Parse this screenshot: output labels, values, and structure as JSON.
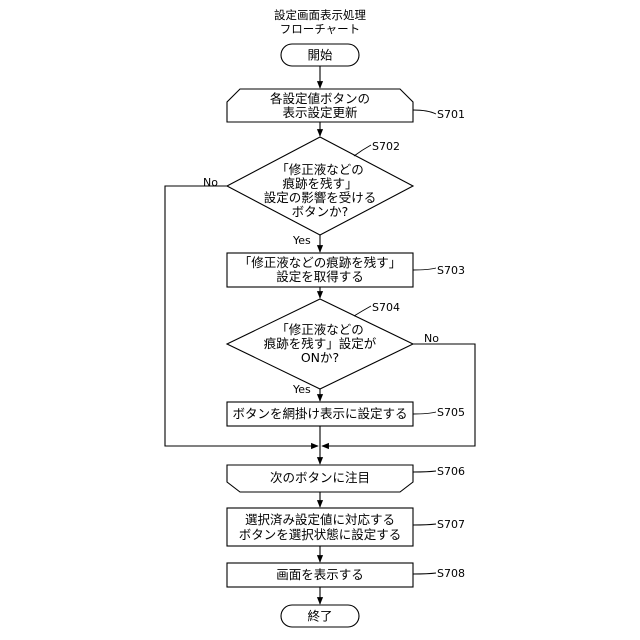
{
  "title": {
    "line1": "設定画面表示処理",
    "line2": "フローチャート"
  },
  "nodes": {
    "start": "開始",
    "s701": [
      "各設定値ボタンの",
      "表示設定更新"
    ],
    "s702": [
      "「修正液などの",
      "痕跡を残す」",
      "設定の影響を受ける",
      "ボタンか?"
    ],
    "s703": [
      "「修正液などの痕跡を残す」",
      "設定を取得する"
    ],
    "s704": [
      "「修正液などの",
      "痕跡を残す」設定が",
      "ONか?"
    ],
    "s705": [
      "ボタンを網掛け表示に設定する"
    ],
    "s706": [
      "次のボタンに注目"
    ],
    "s707": [
      "選択済み設定値に対応する",
      "ボタンを選択状態に設定する"
    ],
    "s708": [
      "画面を表示する"
    ],
    "end": "終了"
  },
  "step_labels": {
    "s701": "S701",
    "s702": "S702",
    "s703": "S703",
    "s704": "S704",
    "s705": "S705",
    "s706": "S706",
    "s707": "S707",
    "s708": "S708"
  },
  "branches": {
    "s702_yes": "Yes",
    "s702_no": "No",
    "s704_yes": "Yes",
    "s704_no": "No"
  }
}
